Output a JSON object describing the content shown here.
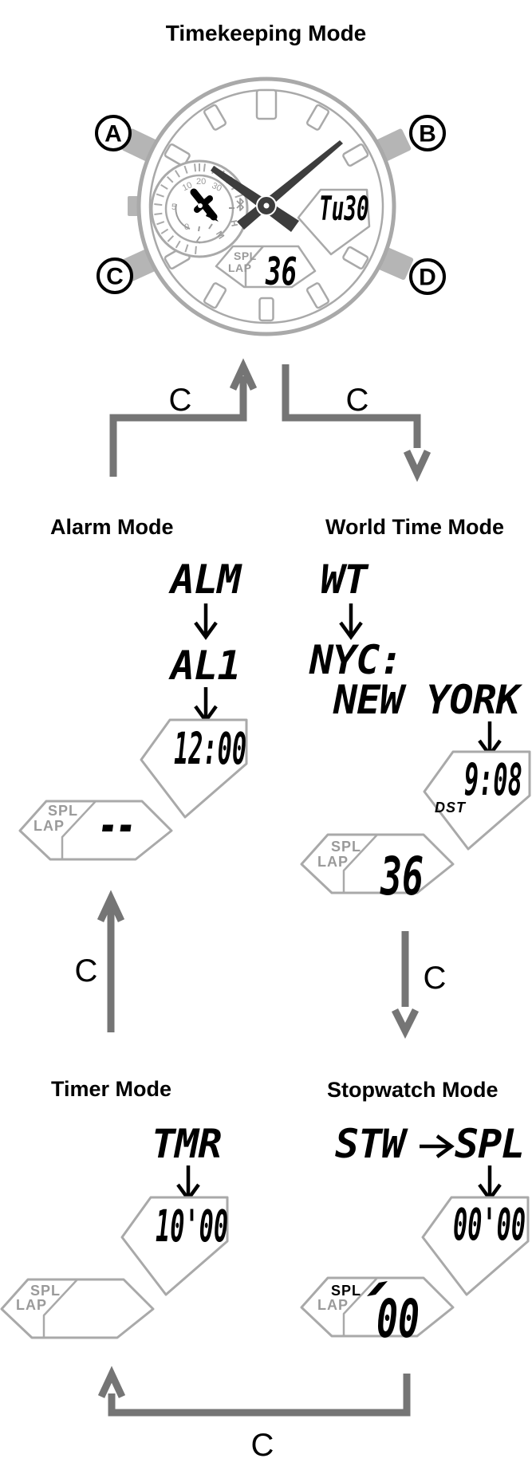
{
  "page_title": "Timekeeping Mode",
  "watch": {
    "buttons": {
      "a": "A",
      "b": "B",
      "c": "C",
      "d": "D"
    },
    "day_window": "Tu30",
    "lap_window": {
      "spl": "SPL",
      "lap": "LAP",
      "value": "36"
    },
    "subdial": {
      "n10": "10",
      "n20": "20",
      "n30": "30",
      "n5": "5",
      "n0": "0",
      "l": "L",
      "m": "M",
      "h": "H"
    }
  },
  "connectors": {
    "alarm_to_timekeeping": "C",
    "timekeeping_to_worldtime": "C",
    "timer_to_alarm": "C",
    "worldtime_to_stopwatch": "C",
    "stopwatch_to_timer": "C"
  },
  "alarm": {
    "title": "Alarm Mode",
    "step1": "ALM",
    "step2": "AL1",
    "time": "12:00",
    "lap_window": {
      "spl": "SPL",
      "lap": "LAP",
      "value": "- -"
    }
  },
  "world_time": {
    "title": "World Time Mode",
    "step1": "WT",
    "city_code": "NYC:",
    "city_name": "NEW YORK",
    "time": "9:08",
    "dst_label": "DST",
    "lap_window": {
      "spl": "SPL",
      "lap": "LAP",
      "value": "36"
    }
  },
  "timer": {
    "title": "Timer Mode",
    "step1": "TMR",
    "time": "10'00",
    "lap_window": {
      "spl": "SPL",
      "lap": "LAP",
      "value": ""
    }
  },
  "stopwatch": {
    "title": "Stopwatch Mode",
    "step1": "STW",
    "step2": "SPL",
    "time": "00'00",
    "lap_window": {
      "spl": "SPL",
      "lap": "LAP",
      "value": "00"
    }
  },
  "colors": {
    "ink": "#000000",
    "connector": "#757575",
    "outline": "#a9a9a9",
    "case_gray": "#b5b5b5",
    "muted": "#9a9a9a",
    "hand": "#3d3d3d"
  }
}
